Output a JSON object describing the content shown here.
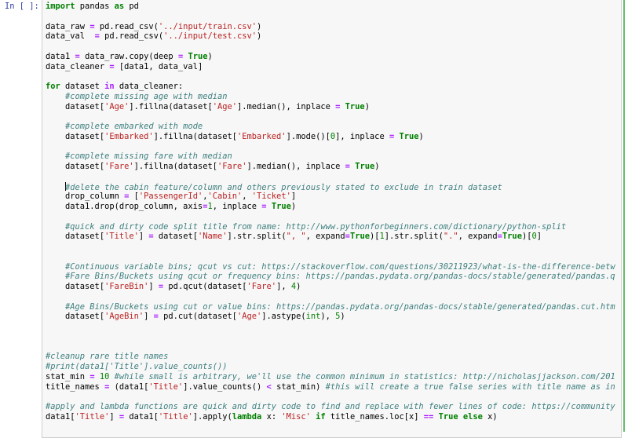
{
  "notebook": {
    "cell": {
      "prompt": "In [ ]:",
      "mode": "edit",
      "colors": {
        "prompt": "#303f9f",
        "editor_bg": "#f7f7f7",
        "edit_rail": "#66bb6a",
        "keyword": "#008000",
        "string": "#ba2121",
        "comment": "#408080",
        "operator": "#aa22ff",
        "number": "#008000"
      },
      "cursor": {
        "line": 18,
        "col": 4
      },
      "lines": [
        [
          [
            "kw",
            "import"
          ],
          [
            "txt",
            " pandas "
          ],
          [
            "kw",
            "as"
          ],
          [
            "txt",
            " pd"
          ]
        ],
        [],
        [
          [
            "txt",
            "data_raw "
          ],
          [
            "op",
            "="
          ],
          [
            "txt",
            " pd.read_csv("
          ],
          [
            "str",
            "'../input/train.csv'"
          ],
          [
            "txt",
            ")"
          ]
        ],
        [
          [
            "txt",
            "data_val  "
          ],
          [
            "op",
            "="
          ],
          [
            "txt",
            " pd.read_csv("
          ],
          [
            "str",
            "'../input/test.csv'"
          ],
          [
            "txt",
            ")"
          ]
        ],
        [],
        [
          [
            "txt",
            "data1 "
          ],
          [
            "op",
            "="
          ],
          [
            "txt",
            " data_raw.copy(deep "
          ],
          [
            "op",
            "="
          ],
          [
            "txt",
            " "
          ],
          [
            "kw",
            "True"
          ],
          [
            "txt",
            ")"
          ]
        ],
        [
          [
            "txt",
            "data_cleaner "
          ],
          [
            "op",
            "="
          ],
          [
            "txt",
            " [data1, data_val]"
          ]
        ],
        [],
        [
          [
            "kw",
            "for"
          ],
          [
            "txt",
            " dataset "
          ],
          [
            "op",
            "in"
          ],
          [
            "txt",
            " data_cleaner:"
          ]
        ],
        [
          [
            "txt",
            "    "
          ],
          [
            "com",
            "#complete missing age with median"
          ]
        ],
        [
          [
            "txt",
            "    dataset["
          ],
          [
            "str",
            "'Age'"
          ],
          [
            "txt",
            "].fillna(dataset["
          ],
          [
            "str",
            "'Age'"
          ],
          [
            "txt",
            "].median(), inplace "
          ],
          [
            "op",
            "="
          ],
          [
            "txt",
            " "
          ],
          [
            "kw",
            "True"
          ],
          [
            "txt",
            ")"
          ]
        ],
        [],
        [
          [
            "txt",
            "    "
          ],
          [
            "com",
            "#complete embarked with mode"
          ]
        ],
        [
          [
            "txt",
            "    dataset["
          ],
          [
            "str",
            "'Embarked'"
          ],
          [
            "txt",
            "].fillna(dataset["
          ],
          [
            "str",
            "'Embarked'"
          ],
          [
            "txt",
            "].mode()["
          ],
          [
            "num",
            "0"
          ],
          [
            "txt",
            "], inplace "
          ],
          [
            "op",
            "="
          ],
          [
            "txt",
            " "
          ],
          [
            "kw",
            "True"
          ],
          [
            "txt",
            ")"
          ]
        ],
        [],
        [
          [
            "txt",
            "    "
          ],
          [
            "com",
            "#complete missing fare with median"
          ]
        ],
        [
          [
            "txt",
            "    dataset["
          ],
          [
            "str",
            "'Fare'"
          ],
          [
            "txt",
            "].fillna(dataset["
          ],
          [
            "str",
            "'Fare'"
          ],
          [
            "txt",
            "].median(), inplace "
          ],
          [
            "op",
            "="
          ],
          [
            "txt",
            " "
          ],
          [
            "kw",
            "True"
          ],
          [
            "txt",
            ")"
          ]
        ],
        [],
        [
          [
            "txt",
            "    "
          ],
          [
            "com",
            "#delete the cabin feature/column and others previously stated to exclude in train dataset"
          ]
        ],
        [
          [
            "txt",
            "    drop_column "
          ],
          [
            "op",
            "="
          ],
          [
            "txt",
            " ["
          ],
          [
            "str",
            "'PassengerId'"
          ],
          [
            "txt",
            ","
          ],
          [
            "str",
            "'Cabin'"
          ],
          [
            "txt",
            ", "
          ],
          [
            "str",
            "'Ticket'"
          ],
          [
            "txt",
            "]"
          ]
        ],
        [
          [
            "txt",
            "    data1.drop(drop_column, axis"
          ],
          [
            "op",
            "="
          ],
          [
            "num",
            "1"
          ],
          [
            "txt",
            ", inplace "
          ],
          [
            "op",
            "="
          ],
          [
            "txt",
            " "
          ],
          [
            "kw",
            "True"
          ],
          [
            "txt",
            ")"
          ]
        ],
        [],
        [
          [
            "txt",
            "    "
          ],
          [
            "com",
            "#quick and dirty code split title from name: http://www.pythonforbeginners.com/dictionary/python-split"
          ]
        ],
        [
          [
            "txt",
            "    dataset["
          ],
          [
            "str",
            "'Title'"
          ],
          [
            "txt",
            "] "
          ],
          [
            "op",
            "="
          ],
          [
            "txt",
            " dataset["
          ],
          [
            "str",
            "'Name'"
          ],
          [
            "txt",
            "].str.split("
          ],
          [
            "str",
            "\", \""
          ],
          [
            "txt",
            ", expand"
          ],
          [
            "op",
            "="
          ],
          [
            "kw",
            "True"
          ],
          [
            "txt",
            ")["
          ],
          [
            "num",
            "1"
          ],
          [
            "txt",
            "].str.split("
          ],
          [
            "str",
            "\".\""
          ],
          [
            "txt",
            ", expand"
          ],
          [
            "op",
            "="
          ],
          [
            "kw",
            "True"
          ],
          [
            "txt",
            ")["
          ],
          [
            "num",
            "0"
          ],
          [
            "txt",
            "]"
          ]
        ],
        [],
        [],
        [
          [
            "txt",
            "    "
          ],
          [
            "com",
            "#Continuous variable bins; qcut vs cut: https://stackoverflow.com/questions/30211923/what-is-the-difference-betw"
          ]
        ],
        [
          [
            "txt",
            "    "
          ],
          [
            "com",
            "#Fare Bins/Buckets using qcut or frequency bins: https://pandas.pydata.org/pandas-docs/stable/generated/pandas.q"
          ]
        ],
        [
          [
            "txt",
            "    dataset["
          ],
          [
            "str",
            "'FareBin'"
          ],
          [
            "txt",
            "] "
          ],
          [
            "op",
            "="
          ],
          [
            "txt",
            " pd.qcut(dataset["
          ],
          [
            "str",
            "'Fare'"
          ],
          [
            "txt",
            "], "
          ],
          [
            "num",
            "4"
          ],
          [
            "txt",
            ")"
          ]
        ],
        [],
        [
          [
            "txt",
            "    "
          ],
          [
            "com",
            "#Age Bins/Buckets using cut or value bins: https://pandas.pydata.org/pandas-docs/stable/generated/pandas.cut.htm"
          ]
        ],
        [
          [
            "txt",
            "    dataset["
          ],
          [
            "str",
            "'AgeBin'"
          ],
          [
            "txt",
            "] "
          ],
          [
            "op",
            "="
          ],
          [
            "txt",
            " pd.cut(dataset["
          ],
          [
            "str",
            "'Age'"
          ],
          [
            "txt",
            "].astype("
          ],
          [
            "bi",
            "int"
          ],
          [
            "txt",
            "), "
          ],
          [
            "num",
            "5"
          ],
          [
            "txt",
            ")"
          ]
        ],
        [],
        [],
        [],
        [
          [
            "com",
            "#cleanup rare title names"
          ]
        ],
        [
          [
            "com",
            "#print(data1['Title'].value_counts())"
          ]
        ],
        [
          [
            "txt",
            "stat_min "
          ],
          [
            "op",
            "="
          ],
          [
            "txt",
            " "
          ],
          [
            "num",
            "10"
          ],
          [
            "txt",
            " "
          ],
          [
            "com",
            "#while small is arbitrary, we'll use the common minimum in statistics: http://nicholasjjackson.com/201"
          ]
        ],
        [
          [
            "txt",
            "title_names "
          ],
          [
            "op",
            "="
          ],
          [
            "txt",
            " (data1["
          ],
          [
            "str",
            "'Title'"
          ],
          [
            "txt",
            "].value_counts() "
          ],
          [
            "op",
            "<"
          ],
          [
            "txt",
            " stat_min) "
          ],
          [
            "com",
            "#this will create a true false series with title name as in"
          ]
        ],
        [],
        [
          [
            "com",
            "#apply and lambda functions are quick and dirty code to find and replace with fewer lines of code: https://community"
          ]
        ],
        [
          [
            "txt",
            "data1["
          ],
          [
            "str",
            "'Title'"
          ],
          [
            "txt",
            "] "
          ],
          [
            "op",
            "="
          ],
          [
            "txt",
            " data1["
          ],
          [
            "str",
            "'Title'"
          ],
          [
            "txt",
            "].apply("
          ],
          [
            "kw",
            "lambda"
          ],
          [
            "txt",
            " x: "
          ],
          [
            "str",
            "'Misc'"
          ],
          [
            "txt",
            " "
          ],
          [
            "kw",
            "if"
          ],
          [
            "txt",
            " title_names.loc[x] "
          ],
          [
            "op",
            "=="
          ],
          [
            "txt",
            " "
          ],
          [
            "kw",
            "True"
          ],
          [
            "txt",
            " "
          ],
          [
            "kw",
            "else"
          ],
          [
            "txt",
            " x)"
          ]
        ]
      ]
    }
  }
}
